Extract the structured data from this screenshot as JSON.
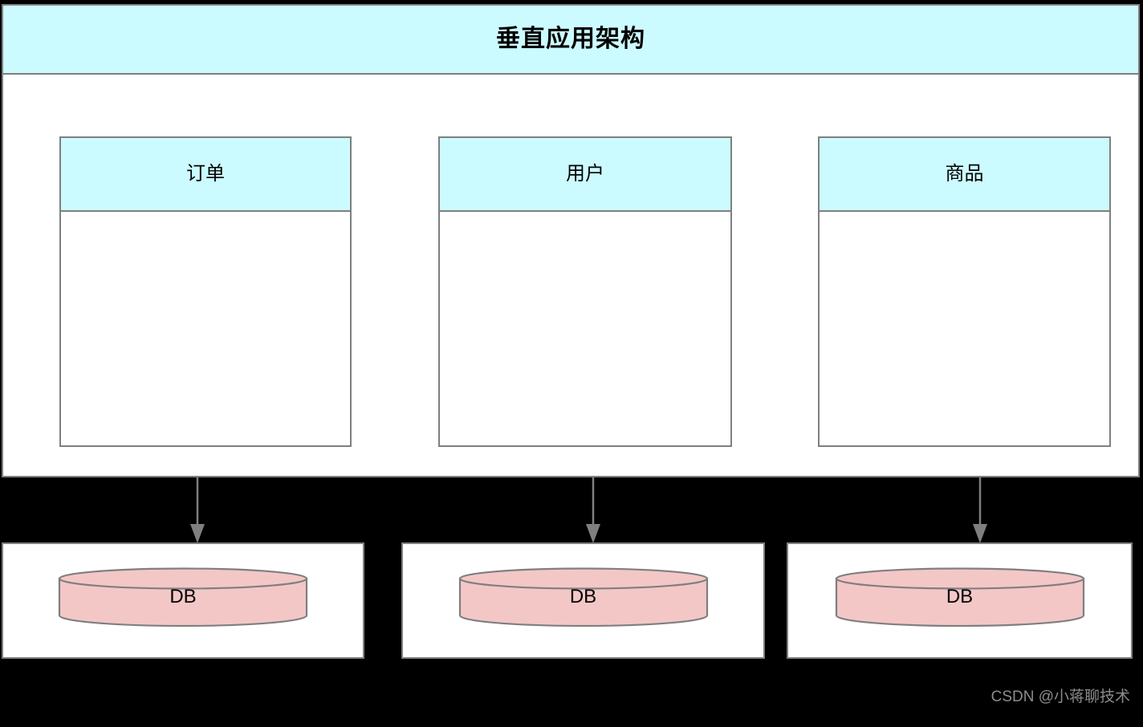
{
  "architecture": {
    "title": "垂直应用架构",
    "title_bar_color": "#ccfbff",
    "border_color": "#7f7f7f",
    "background_color": "#ffffff",
    "modules": [
      {
        "label": "订单",
        "header_color": "#ccfbff",
        "body_color": "#ffffff"
      },
      {
        "label": "用户",
        "header_color": "#ccfbff",
        "body_color": "#ffffff"
      },
      {
        "label": "商品",
        "header_color": "#ccfbff",
        "body_color": "#ffffff"
      }
    ]
  },
  "connectors": [
    {
      "name": "订单-to-db",
      "direction": "down",
      "color": "#7f7f7f"
    },
    {
      "name": "用户-to-db",
      "direction": "down",
      "color": "#7f7f7f"
    },
    {
      "name": "商品-to-db",
      "direction": "down",
      "color": "#7f7f7f"
    }
  ],
  "databases": [
    {
      "label": "DB",
      "fill_color": "#f4c7c7",
      "stroke_color": "#7f7f7f"
    },
    {
      "label": "DB",
      "fill_color": "#f4c7c7",
      "stroke_color": "#7f7f7f"
    },
    {
      "label": "DB",
      "fill_color": "#f4c7c7",
      "stroke_color": "#7f7f7f"
    }
  ],
  "watermark": {
    "text": "CSDN @小蒋聊技术",
    "color": "#8c8c8c"
  },
  "canvas": {
    "background_color": "#000000"
  }
}
